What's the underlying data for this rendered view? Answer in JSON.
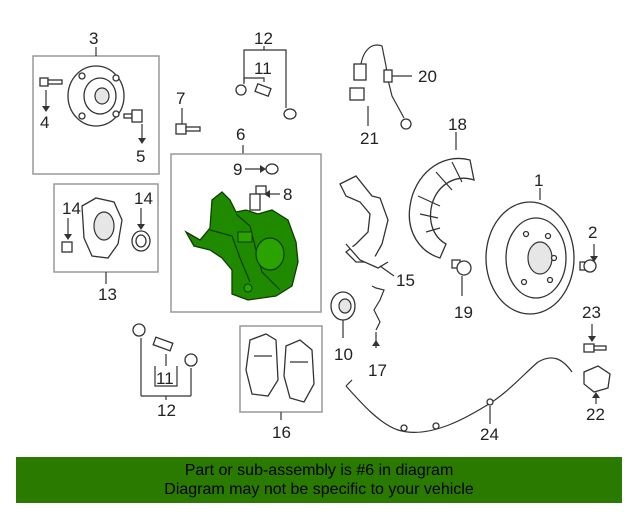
{
  "callouts": {
    "c1": "1",
    "c2": "2",
    "c3": "3",
    "c4": "4",
    "c5": "5",
    "c6": "6",
    "c7": "7",
    "c8": "8",
    "c9": "9",
    "c10": "10",
    "c11a": "11",
    "c11b": "11",
    "c12a": "12",
    "c12b": "12",
    "c13": "13",
    "c14a": "14",
    "c14b": "14",
    "c15": "15",
    "c16": "16",
    "c17": "17",
    "c18": "18",
    "c19": "19",
    "c20": "20",
    "c21": "21",
    "c22": "22",
    "c23": "23",
    "c24": "24"
  },
  "highlight_color": "#1f8a00",
  "footer": {
    "line1": "Part or sub-assembly is #6 in diagram",
    "line2": "Diagram may not be specific to your vehicle",
    "background": "#2a7a00"
  }
}
